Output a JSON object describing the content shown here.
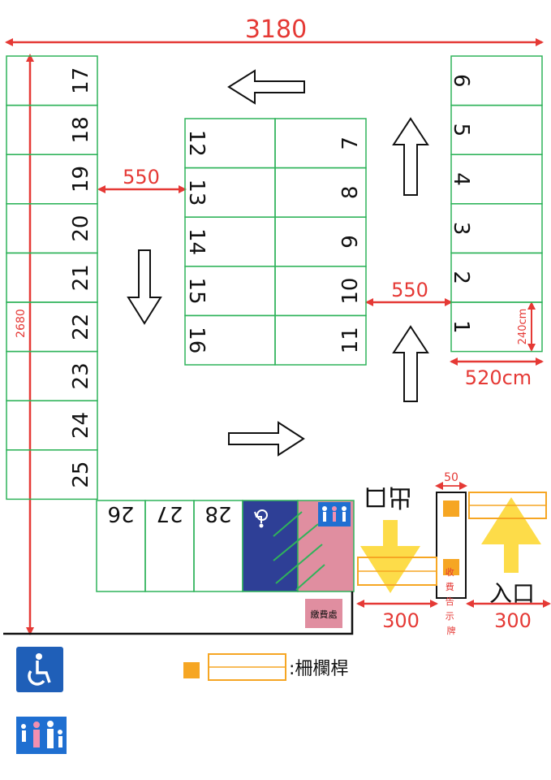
{
  "dimensions": {
    "total_width": "3180",
    "total_height": "2680",
    "aisle_left": "550",
    "aisle_right": "550",
    "stall_width": "240cm",
    "stall_depth": "520cm",
    "exit_width": "300",
    "entry_width": "300",
    "booth_width": "50"
  },
  "left_column": [
    "17",
    "18",
    "19",
    "20",
    "21",
    "22",
    "23",
    "24",
    "25"
  ],
  "center_left": [
    "12",
    "13",
    "14",
    "15",
    "16"
  ],
  "center_right": [
    "7",
    "8",
    "9",
    "10",
    "11"
  ],
  "right_column": [
    "6",
    "5",
    "4",
    "3",
    "2",
    "1"
  ],
  "bottom_row": [
    "26",
    "27",
    "28"
  ],
  "labels": {
    "exit": "出口",
    "entry": "入口",
    "pay_station": "繳費處",
    "fee_sign": "收費告示牌",
    "barrier_legend": ":柵欄桿"
  },
  "colors": {
    "dimension": "#e53935",
    "stall_line": "#2fb35a",
    "accessible_stall": "#2e3f96",
    "family_stall": "#e08ea0",
    "barrier": "#f6a623",
    "direction_arrow": "#fdd835"
  },
  "icons": {
    "accessible": "wheelchair-icon",
    "family": "family-parking-icon"
  }
}
